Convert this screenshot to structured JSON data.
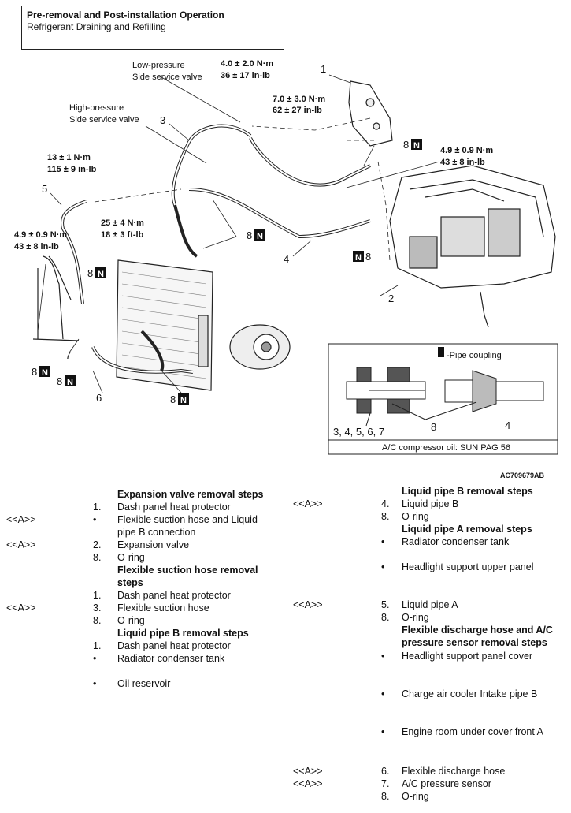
{
  "header": {
    "title": "Pre-removal and Post-installation Operation",
    "subtitle": "Refrigerant Draining and Refilling"
  },
  "diagram": {
    "callouts": [
      "1",
      "2",
      "3",
      "4",
      "5",
      "6",
      "7",
      "8"
    ],
    "torque": {
      "low_valve": [
        "4.0 ± 2.0 N·m",
        "36 ± 17 in-lb"
      ],
      "bracket": [
        "7.0 ± 3.0 N·m",
        "62 ± 27 in-lb"
      ],
      "right_pipe": [
        "4.9 ± 0.9 N·m",
        "43 ± 8 in-lb"
      ],
      "liquid_b": [
        "13 ± 1 N·m",
        "115 ± 9 in-lb"
      ],
      "condenser": [
        "25 ± 4 N·m",
        "18 ± 3 ft-lb"
      ],
      "left_pipe": [
        "4.9 ± 0.9 N·m",
        "43 ± 8 in-lb"
      ]
    },
    "valve_labels": {
      "low": [
        "Low-pressure",
        "Side service valve"
      ],
      "high": [
        "High-pressure",
        "Side service valve"
      ]
    },
    "n_mark": "N",
    "inset": {
      "legend": "-Pipe coupling",
      "parts": "3, 4, 5, 6, 7",
      "oring": "8",
      "pipe": "4",
      "footer": "A/C compressor oil: SUN PAG 56"
    },
    "figure_code": "AC709679AB"
  },
  "steps_left": [
    {
      "mark": "",
      "num": "",
      "text": "Expansion valve removal steps",
      "heading": true
    },
    {
      "mark": "",
      "num": "1.",
      "text": "Dash panel heat protector"
    },
    {
      "mark": "<<A>>",
      "num": "•",
      "text": "Flexible suction hose and Liquid"
    },
    {
      "mark": "",
      "num": "",
      "text": "pipe B connection"
    },
    {
      "mark": "<<A>>",
      "num": "2.",
      "text": "Expansion valve"
    },
    {
      "mark": "",
      "num": "8.",
      "text": "O-ring"
    },
    {
      "mark": "",
      "num": "",
      "text": "Flexible suction hose removal",
      "heading": true
    },
    {
      "mark": "",
      "num": "",
      "text": "steps",
      "heading": true
    },
    {
      "mark": "",
      "num": "1.",
      "text": "Dash panel heat protector"
    },
    {
      "mark": "<<A>>",
      "num": "3.",
      "text": "Flexible suction hose"
    },
    {
      "mark": "",
      "num": "8.",
      "text": "O-ring"
    },
    {
      "mark": "",
      "num": "",
      "text": "Liquid pipe B removal steps",
      "heading": true
    },
    {
      "mark": "",
      "num": "1.",
      "text": "Dash panel heat protector"
    },
    {
      "mark": "",
      "num": "•",
      "text": "Radiator condenser tank"
    },
    {
      "mark": "",
      "num": "•",
      "text": "Oil reservoir",
      "gap": true
    }
  ],
  "steps_right": [
    {
      "mark": "",
      "num": "",
      "text": "Liquid pipe B removal steps",
      "heading": true
    },
    {
      "mark": "<<A>>",
      "num": "4.",
      "text": "Liquid pipe B"
    },
    {
      "mark": "",
      "num": "8.",
      "text": "O-ring"
    },
    {
      "mark": "",
      "num": "",
      "text": "Liquid pipe A removal steps",
      "heading": true
    },
    {
      "mark": "",
      "num": "•",
      "text": "Radiator condenser tank"
    },
    {
      "mark": "",
      "num": "•",
      "text": "Headlight support upper panel"
    },
    {
      "mark": "<<A>>",
      "num": "5.",
      "text": "Liquid pipe A"
    },
    {
      "mark": "",
      "num": "8.",
      "text": "O-ring"
    },
    {
      "mark": "",
      "num": "",
      "text": "Flexible discharge hose and A/C",
      "heading": true
    },
    {
      "mark": "",
      "num": "",
      "text": "pressure sensor removal steps",
      "heading": true
    },
    {
      "mark": "",
      "num": "•",
      "text": "Headlight support panel cover"
    },
    {
      "mark": "",
      "num": "•",
      "text": "Charge air cooler Intake pipe B"
    },
    {
      "mark": "",
      "num": "•",
      "text": "Engine room under cover front A"
    },
    {
      "mark": "<<A>>",
      "num": "6.",
      "text": "Flexible discharge hose"
    },
    {
      "mark": "<<A>>",
      "num": "7.",
      "text": "A/C pressure sensor"
    },
    {
      "mark": "",
      "num": "8.",
      "text": "O-ring"
    }
  ]
}
